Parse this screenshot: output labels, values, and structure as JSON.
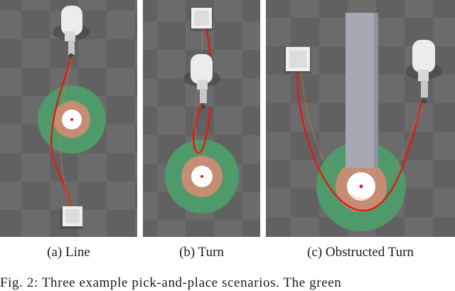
{
  "panels": [
    {
      "caption": "(a) Line"
    },
    {
      "caption": "(b) Turn"
    },
    {
      "caption": "(c) Obstructed Turn"
    }
  ],
  "figure_caption": "Fig. 2: Three example pick-and-place scenarios. The green",
  "colors": {
    "floor_light": "#6e6e6e",
    "floor_dark": "#5e5e5e",
    "trajectory": "#e01a1a",
    "outer_zone": "#4f9a6a",
    "inner_zone": "#c58e74",
    "target_center": "#ffffff",
    "obstacle": "#a4a9b4"
  }
}
